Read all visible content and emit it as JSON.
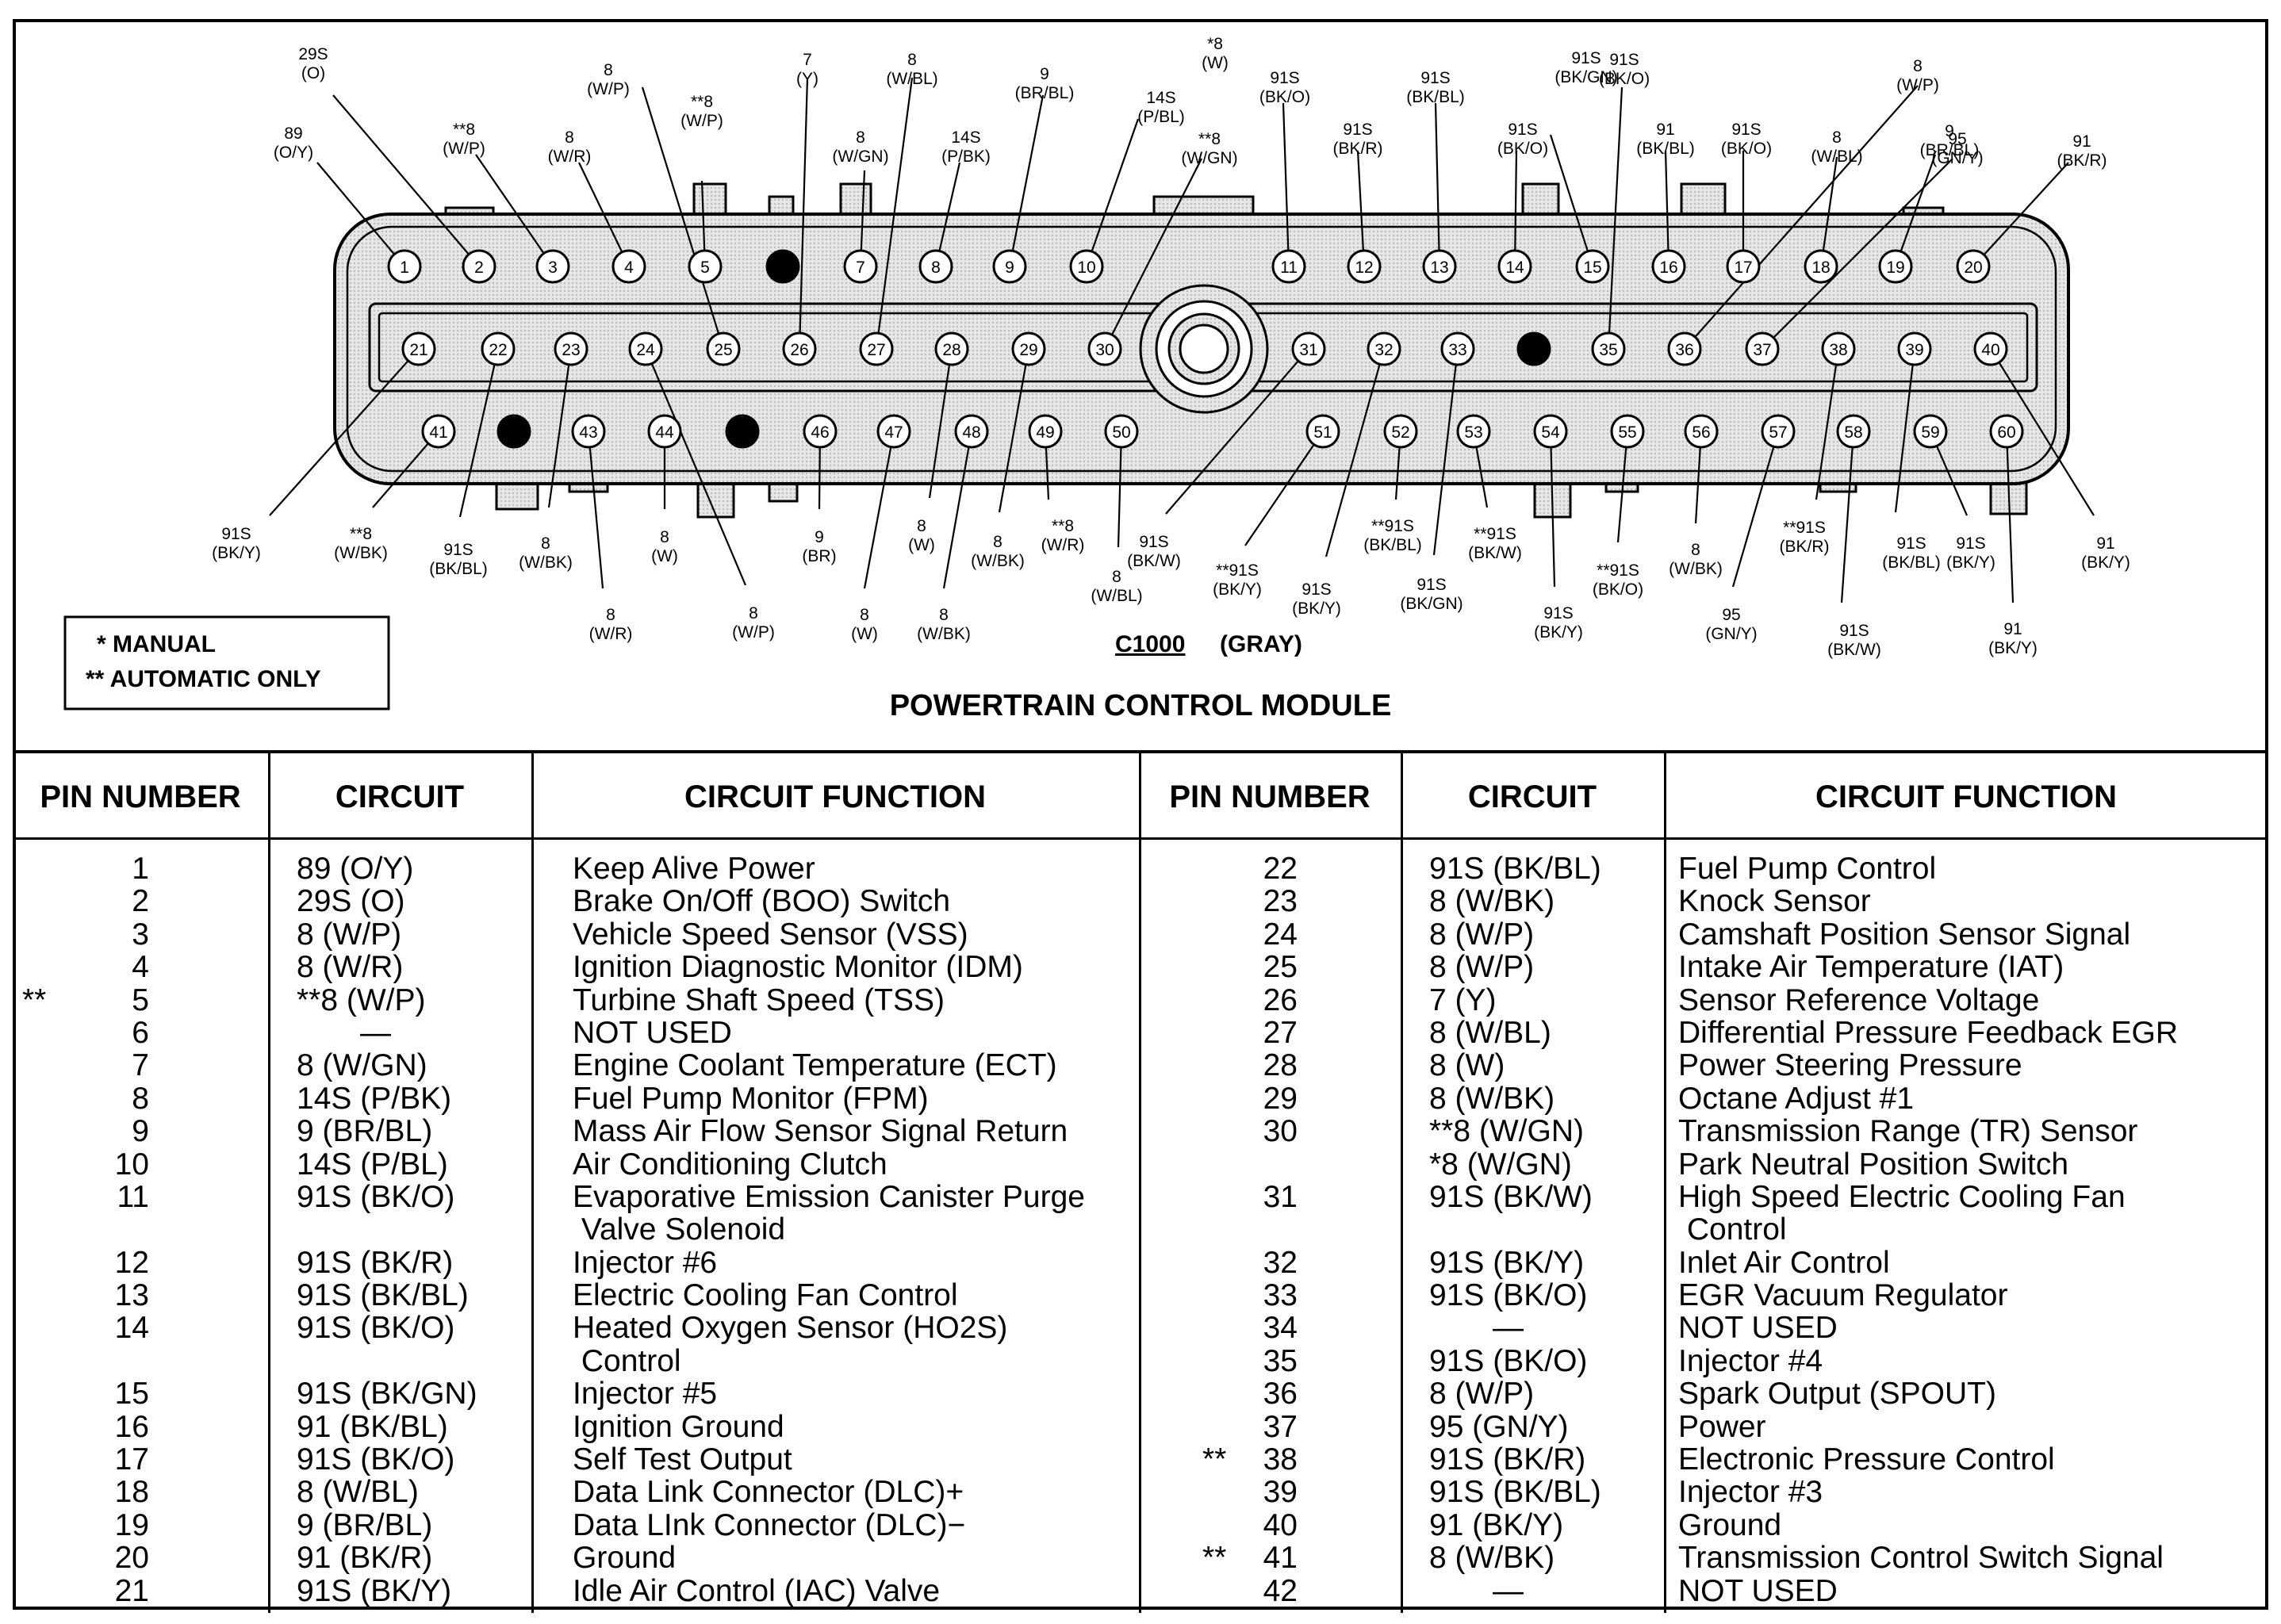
{
  "legend": {
    "manual": "*  MANUAL",
    "automatic": "**  AUTOMATIC ONLY"
  },
  "connector": {
    "name": "C1000",
    "color": "(GRAY)"
  },
  "module_title": "POWERTRAIN CONTROL MODULE",
  "table_headers": {
    "pin": "PIN NUMBER",
    "circuit": "CIRCUIT",
    "function": "CIRCUIT FUNCTION"
  },
  "left_rows": [
    {
      "mark": "",
      "pin": "1",
      "circuit": "89 (O/Y)",
      "function": "Keep Alive Power"
    },
    {
      "mark": "",
      "pin": "2",
      "circuit": "29S (O)",
      "function": "Brake On/Off (BOO) Switch"
    },
    {
      "mark": "",
      "pin": "3",
      "circuit": "8 (W/P)",
      "function": "Vehicle Speed Sensor (VSS)"
    },
    {
      "mark": "",
      "pin": "4",
      "circuit": "8 (W/R)",
      "function": "Ignition Diagnostic Monitor (IDM)"
    },
    {
      "mark": "**",
      "pin": "5",
      "circuit": "**8 (W/P)",
      "function": "Turbine Shaft Speed (TSS)"
    },
    {
      "mark": "",
      "pin": "6",
      "circuit": "—",
      "function": "NOT USED"
    },
    {
      "mark": "",
      "pin": "7",
      "circuit": "8 (W/GN)",
      "function": "Engine Coolant Temperature (ECT)"
    },
    {
      "mark": "",
      "pin": "8",
      "circuit": "14S (P/BK)",
      "function": "Fuel Pump Monitor (FPM)"
    },
    {
      "mark": "",
      "pin": "9",
      "circuit": "9 (BR/BL)",
      "function": "Mass Air Flow Sensor Signal Return"
    },
    {
      "mark": "",
      "pin": "10",
      "circuit": "14S (P/BL)",
      "function": "Air Conditioning Clutch"
    },
    {
      "mark": "",
      "pin": "11",
      "circuit": "91S (BK/O)",
      "function": "Evaporative Emission Canister Purge",
      "cont": " Valve Solenoid"
    },
    {
      "mark": "",
      "pin": "12",
      "circuit": "91S (BK/R)",
      "function": "Injector #6"
    },
    {
      "mark": "",
      "pin": "13",
      "circuit": "91S (BK/BL)",
      "function": "Electric Cooling Fan Control"
    },
    {
      "mark": "",
      "pin": "14",
      "circuit": "91S (BK/O)",
      "function": "Heated Oxygen Sensor (HO2S)",
      "cont": " Control"
    },
    {
      "mark": "",
      "pin": "15",
      "circuit": "91S (BK/GN)",
      "function": "Injector #5"
    },
    {
      "mark": "",
      "pin": "16",
      "circuit": "91 (BK/BL)",
      "function": "Ignition Ground"
    },
    {
      "mark": "",
      "pin": "17",
      "circuit": "91S (BK/O)",
      "function": "Self Test Output"
    },
    {
      "mark": "",
      "pin": "18",
      "circuit": "8 (W/BL)",
      "function": "Data Link Connector (DLC)+"
    },
    {
      "mark": "",
      "pin": "19",
      "circuit": "9 (BR/BL)",
      "function": "Data LInk Connector (DLC)−"
    },
    {
      "mark": "",
      "pin": "20",
      "circuit": "91 (BK/R)",
      "function": "Ground"
    },
    {
      "mark": "",
      "pin": "21",
      "circuit": "91S (BK/Y)",
      "function": "Idle Air Control (IAC) Valve"
    }
  ],
  "right_rows": [
    {
      "mark": "",
      "pin": "22",
      "circuit": "91S (BK/BL)",
      "function": "Fuel Pump Control"
    },
    {
      "mark": "",
      "pin": "23",
      "circuit": "8 (W/BK)",
      "function": "Knock Sensor"
    },
    {
      "mark": "",
      "pin": "24",
      "circuit": "8 (W/P)",
      "function": "Camshaft Position Sensor Signal"
    },
    {
      "mark": "",
      "pin": "25",
      "circuit": "8 (W/P)",
      "function": "Intake Air Temperature (IAT)"
    },
    {
      "mark": "",
      "pin": "26",
      "circuit": "7 (Y)",
      "function": "Sensor Reference Voltage"
    },
    {
      "mark": "",
      "pin": "27",
      "circuit": "8 (W/BL)",
      "function": "Differential Pressure Feedback EGR"
    },
    {
      "mark": "",
      "pin": "28",
      "circuit": "8 (W)",
      "function": "Power Steering Pressure"
    },
    {
      "mark": "",
      "pin": "29",
      "circuit": "8 (W/BK)",
      "function": "Octane Adjust #1"
    },
    {
      "mark": "",
      "pin": "30",
      "circuit": "**8 (W/GN)",
      "function": "Transmission Range (TR) Sensor"
    },
    {
      "mark": "",
      "pin": "",
      "circuit": "*8 (W/GN)",
      "function": "Park Neutral Position Switch"
    },
    {
      "mark": "",
      "pin": "31",
      "circuit": "91S (BK/W)",
      "function": "High Speed Electric Cooling Fan",
      "cont": " Control"
    },
    {
      "mark": "",
      "pin": "32",
      "circuit": "91S (BK/Y)",
      "function": "Inlet Air Control"
    },
    {
      "mark": "",
      "pin": "33",
      "circuit": "91S (BK/O)",
      "function": "EGR Vacuum Regulator"
    },
    {
      "mark": "",
      "pin": "34",
      "circuit": "—",
      "function": "NOT USED"
    },
    {
      "mark": "",
      "pin": "35",
      "circuit": "91S (BK/O)",
      "function": "Injector #4"
    },
    {
      "mark": "",
      "pin": "36",
      "circuit": "8 (W/P)",
      "function": "Spark Output (SPOUT)"
    },
    {
      "mark": "",
      "pin": "37",
      "circuit": "95 (GN/Y)",
      "function": "Power"
    },
    {
      "mark": "**",
      "pin": "38",
      "circuit": "91S (BK/R)",
      "function": "Electronic Pressure Control"
    },
    {
      "mark": "",
      "pin": "39",
      "circuit": "91S (BK/BL)",
      "function": "Injector #3"
    },
    {
      "mark": "",
      "pin": "40",
      "circuit": "91 (BK/Y)",
      "function": "Ground"
    },
    {
      "mark": "**",
      "pin": "41",
      "circuit": "8 (W/BK)",
      "function": "Transmission Control Switch Signal"
    },
    {
      "mark": "",
      "pin": "42",
      "circuit": "—",
      "function": "NOT USED"
    }
  ],
  "pins": [
    {
      "n": "1",
      "label": "89 (O/Y)",
      "filled": false
    },
    {
      "n": "2",
      "label": "29S (O)",
      "filled": false
    },
    {
      "n": "3",
      "label": "**8 (W/P)",
      "filled": false
    },
    {
      "n": "4",
      "label": "8 (W/R)",
      "filled": false
    },
    {
      "n": "5",
      "label": "**8 (W/P)",
      "filled": false
    },
    {
      "n": "6",
      "label": "",
      "filled": true
    },
    {
      "n": "7",
      "label": "8 (W/GN)",
      "filled": false
    },
    {
      "n": "8",
      "label": "14S (P/BK)",
      "filled": false
    },
    {
      "n": "9",
      "label": "9 (BR/BL)",
      "filled": false
    },
    {
      "n": "10",
      "label": "14S (P/BL)",
      "filled": false
    },
    {
      "n": "11",
      "label": "91S (BK/O)",
      "filled": false
    },
    {
      "n": "12",
      "label": "91S (BK/R)",
      "filled": false
    },
    {
      "n": "13",
      "label": "91S (BK/BL)",
      "filled": false
    },
    {
      "n": "14",
      "label": "91S (BK/O)",
      "filled": false
    },
    {
      "n": "15",
      "label": "91S (BK/GN)",
      "filled": false
    },
    {
      "n": "16",
      "label": "91 (BK/BL)",
      "filled": false
    },
    {
      "n": "17",
      "label": "91S (BK/O)",
      "filled": false
    },
    {
      "n": "18",
      "label": "8 (W/BL)",
      "filled": false
    },
    {
      "n": "19",
      "label": "9 (BR/BL)",
      "filled": false
    },
    {
      "n": "20",
      "label": "91 (BK/R)",
      "filled": false
    },
    {
      "n": "21",
      "label": "91S (BK/Y)",
      "filled": false
    },
    {
      "n": "22",
      "label": "91S (BK/BL)",
      "filled": false
    },
    {
      "n": "23",
      "label": "8 (W/BK)",
      "filled": false
    },
    {
      "n": "24",
      "label": "8 (W/P)",
      "filled": false
    },
    {
      "n": "25",
      "label": "8 (W/P)",
      "filled": false
    },
    {
      "n": "26",
      "label": "7 (Y)",
      "filled": false
    },
    {
      "n": "27",
      "label": "8 (W/BL)",
      "filled": false
    },
    {
      "n": "28",
      "label": "8 (W)",
      "filled": false
    },
    {
      "n": "29",
      "label": "8 (W/BK)",
      "filled": false
    },
    {
      "n": "30",
      "label": "**8 (W/GN)",
      "filled": false
    },
    {
      "n": "31",
      "label": "91S (BK/W)",
      "filled": false
    },
    {
      "n": "32",
      "label": "91S (BK/Y)",
      "filled": false
    },
    {
      "n": "33",
      "label": "91S (BK/GN)",
      "filled": false
    },
    {
      "n": "34",
      "label": "",
      "filled": true
    },
    {
      "n": "35",
      "label": "91S (BK/O)",
      "filled": false
    },
    {
      "n": "36",
      "label": "8 (W/P)",
      "filled": false
    },
    {
      "n": "37",
      "label": "95 (GN/Y)",
      "filled": false
    },
    {
      "n": "38",
      "label": "**91S (BK/R)",
      "filled": false
    },
    {
      "n": "39",
      "label": "91S (BK/BL)",
      "filled": false
    },
    {
      "n": "40",
      "label": "91 (BK/Y)",
      "filled": false
    },
    {
      "n": "41",
      "label": "**8 (W/BK)",
      "filled": false
    },
    {
      "n": "42",
      "label": "",
      "filled": true
    },
    {
      "n": "43",
      "label": "8 (W/R)",
      "filled": false
    },
    {
      "n": "44",
      "label": "8 (W)",
      "filled": false
    },
    {
      "n": "45",
      "label": "",
      "filled": true
    },
    {
      "n": "46",
      "label": "9 (BR)",
      "filled": false
    },
    {
      "n": "47",
      "label": "8 (W)",
      "filled": false
    },
    {
      "n": "48",
      "label": "8 (W/BK)",
      "filled": false
    },
    {
      "n": "49",
      "label": "**8 (W/R)",
      "filled": false
    },
    {
      "n": "50",
      "label": "8 (W/BL)",
      "filled": false
    },
    {
      "n": "51",
      "label": "**91S (BK/Y)",
      "filled": false
    },
    {
      "n": "52",
      "label": "**91S (BK/BL)",
      "filled": false
    },
    {
      "n": "53",
      "label": "**91S (BK/W)",
      "filled": false
    },
    {
      "n": "54",
      "label": "91S (BK/Y)",
      "filled": false
    },
    {
      "n": "55",
      "label": "**91S (BK/O)",
      "filled": false
    },
    {
      "n": "56",
      "label": "8 (W/BK)",
      "filled": false
    },
    {
      "n": "57",
      "label": "95 (GN/Y)",
      "filled": false
    },
    {
      "n": "58",
      "label": "91S (BK/W)",
      "filled": false
    },
    {
      "n": "59",
      "label": "91S (BK/Y)",
      "filled": false
    },
    {
      "n": "60",
      "label": "91 (BK/Y)",
      "filled": false
    }
  ],
  "extra_labels": [
    {
      "id": "7top",
      "text": "7 (Y)"
    },
    {
      "id": "8top26",
      "text": "8 (W/BL)"
    },
    {
      "id": "9top27",
      "text": "9 (BR/BL)"
    },
    {
      "id": "8star",
      "text": "*8 (W)"
    },
    {
      "id": "8wgn",
      "text": "8 (W/GN)"
    },
    {
      "id": "91s_bkgn",
      "text": "91S (BK/GN)"
    },
    {
      "id": "91s_bko2",
      "text": "91S (BK/O)"
    },
    {
      "id": "8wbl_r",
      "text": "8 (W/BL)"
    },
    {
      "id": "9brbl_r",
      "text": "9 (BR/BL)"
    },
    {
      "id": "91bkr_r",
      "text": "91 (BK/R)"
    },
    {
      "id": "8wp_25",
      "text": "8 (W/P)"
    },
    {
      "id": "91bkbl16",
      "text": "91 (BK/BL)"
    },
    {
      "id": "91sbko17",
      "text": "91S (BK/O)"
    },
    {
      "id": "8wp18",
      "text": "8 (W/P)"
    },
    {
      "id": "95gny",
      "text": "95 (GN/Y)"
    }
  ]
}
